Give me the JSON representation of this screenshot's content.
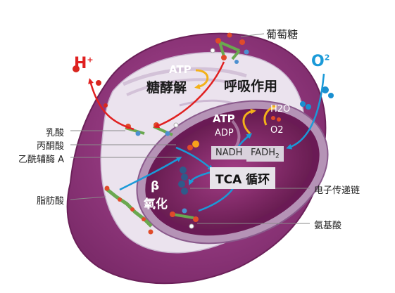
{
  "labels": {
    "glucose": "葡萄糖",
    "h_plus": "H",
    "h_plus_sup": "+",
    "oxygen": "O",
    "oxygen_sup": "2",
    "atp_top": "ATP",
    "glycolysis": "糖酵解",
    "respiration": "呼吸作用",
    "atp_inner": "ATP",
    "adp": "ADP",
    "h2o": "H2O",
    "o2": "O2",
    "lactic_acid": "乳酸",
    "pyruvic_acid": "丙酮酸",
    "acetyl_coa": "乙酰辅酶 A",
    "nadh": "NADH",
    "fadh2": "FADH",
    "fadh2_sub": "2",
    "tca": "TCA 循环",
    "beta": "β",
    "oxidation": "氧化",
    "fatty_acid": "脂肪酸",
    "etc": "电子传递链",
    "amino_acid": "氨基酸"
  },
  "colors": {
    "outer_cell": "#93377f",
    "cell_edge": "#7a2a68",
    "cytoplasm": "#e9e2ec",
    "mito_outer": "#a47fa8",
    "mito_inner": "#6e1d57",
    "matrix": "#8a2a6e",
    "red_arrow": "#e02020",
    "blue_arrow": "#1a9ad8",
    "yellow_arrow": "#f3b11a",
    "h_plus": "#e02020",
    "oxygen": "#1a9ad8"
  }
}
